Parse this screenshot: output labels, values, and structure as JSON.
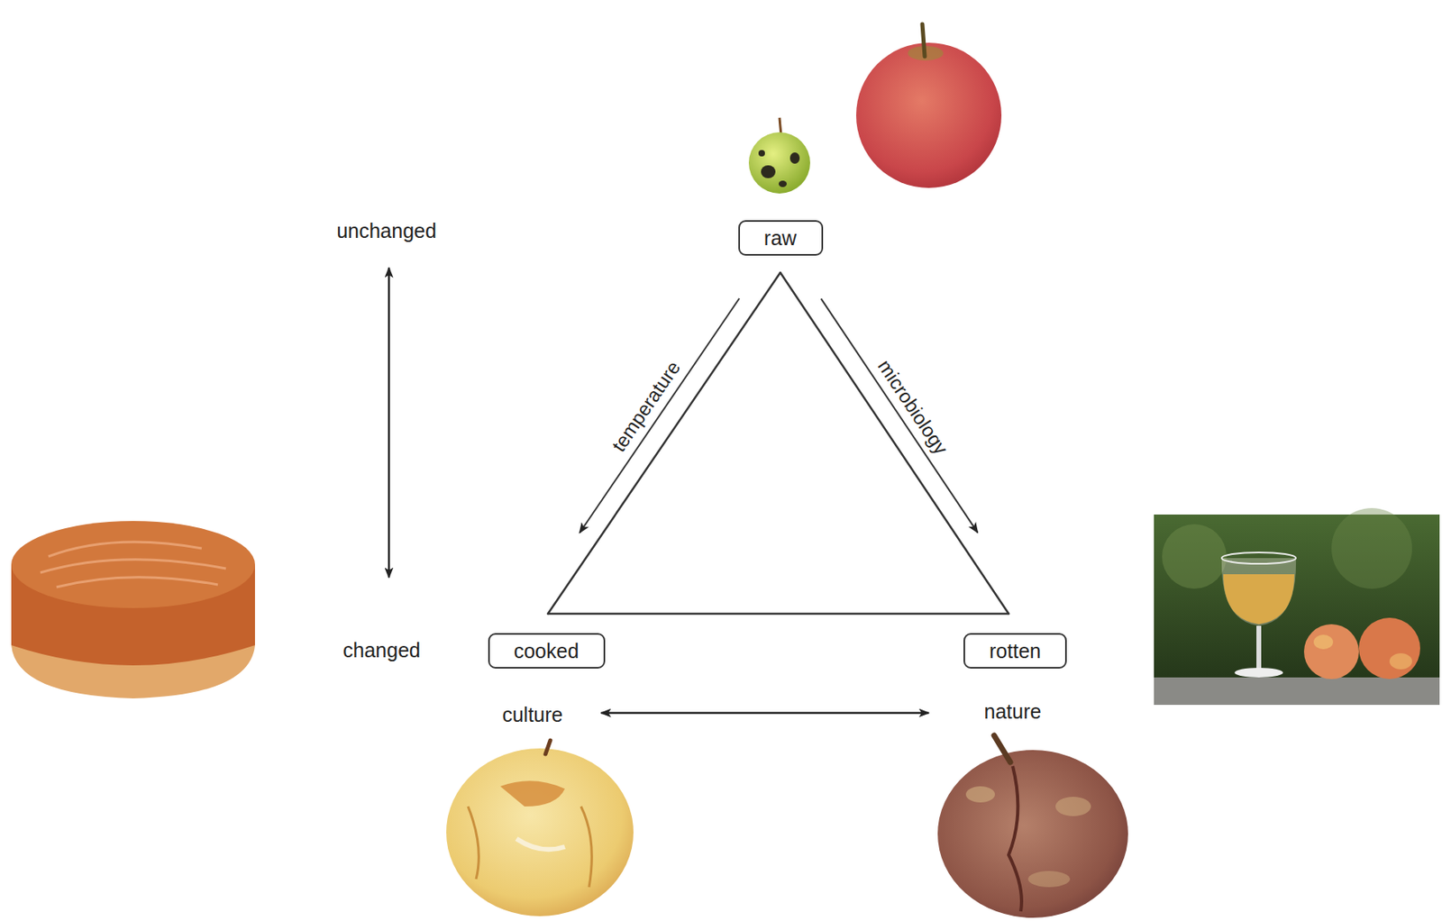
{
  "diagram": {
    "nodes": [
      {
        "text": [
          "raw"
        ]
      },
      {
        "text": [
          "cooked"
        ]
      },
      {
        "text": [
          "rotten"
        ]
      }
    ],
    "edges": [
      {
        "from": 0,
        "to": 1,
        "arrow": "to",
        "label": "temperature"
      },
      {
        "from": 0,
        "to": 2,
        "arrow": "to",
        "label": "microbiology"
      },
      {
        "from": 0,
        "to": 1,
        "arrow": "none"
      },
      {
        "from": 0,
        "to": 2,
        "arrow": "none"
      },
      {
        "from": 1,
        "to": 2,
        "arrow": "none"
      }
    ],
    "labels": [
      "unchanged",
      "changed",
      "culture",
      "nature"
    ]
  }
}
